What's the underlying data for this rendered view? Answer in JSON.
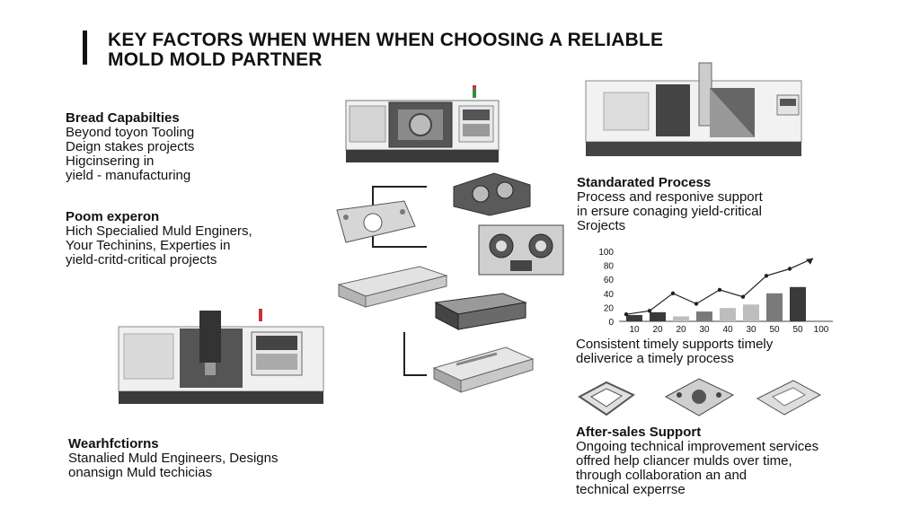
{
  "title": {
    "line1": "KEY FACTORS WHEN WHEN WHEN CHOOSING A RELIABLE",
    "line2": "MOLD MOLD PARTNER"
  },
  "sections": {
    "bread": {
      "heading": "Bread Capabilties",
      "lines": [
        "Beyond toyon Tooling",
        "Deign stakes projects",
        "Higcinsering in",
        "yield - manufacturing"
      ]
    },
    "poom": {
      "heading": "Poom experon",
      "lines": [
        "Hich Specialied Muld Enginers,",
        "Your Techinins, Experties in",
        "yield-critd-critical projects"
      ]
    },
    "wear": {
      "heading": "Wearhfctiorns",
      "lines": [
        "Stanalied Muld Engineers, Designs",
        "onansign Muld techicias"
      ]
    },
    "standard": {
      "heading": "Standarated Process",
      "lines": [
        "Process and responive support",
        "in ersure conaging yield-critical",
        "Srojects"
      ]
    },
    "consistent": {
      "lines": [
        "Consistent timely supports timely",
        "deliverice a timely process"
      ]
    },
    "aftersales": {
      "heading": "After-sales Support",
      "lines": [
        "Ongoing technical improvement services",
        "offred help cliancer mulds over time,",
        "through collaboration an and",
        "technical experrse"
      ]
    }
  },
  "chart_data": {
    "type": "bar",
    "categories": [
      "10",
      "20",
      "20",
      "30",
      "40",
      "30",
      "50",
      "50",
      "100"
    ],
    "yticks": [
      "100",
      "80",
      "60",
      "40",
      "20",
      "0"
    ],
    "values": [
      9,
      13,
      7,
      14,
      19,
      24,
      40,
      49
    ],
    "trend": [
      10,
      15,
      40,
      25,
      45,
      35,
      65,
      75,
      90
    ],
    "ylim": [
      0,
      100
    ]
  },
  "colors": {
    "dark": "#3a3a3a",
    "mid": "#7a7a7a",
    "light": "#bdbdbd",
    "line": "#222222"
  }
}
